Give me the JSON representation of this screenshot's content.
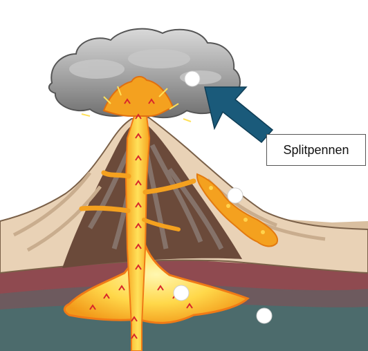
{
  "diagram": {
    "callout_label": "Splitpennen",
    "colors": {
      "magma": "#f4a11f",
      "magma_light": "#ffe66a",
      "arrow": "#1a5a7a",
      "rock_light": "#e9d2b6",
      "rock_dark": "#6b4a3a",
      "layer_red": "#8f4a50",
      "layer_teal": "#4c6b6c",
      "cloud": "#9a9a9a"
    },
    "hotspots": [
      {
        "name": "hotspot-cloud"
      },
      {
        "name": "hotspot-lava-flow"
      },
      {
        "name": "hotspot-magma-chamber"
      },
      {
        "name": "hotspot-bedrock"
      }
    ]
  }
}
